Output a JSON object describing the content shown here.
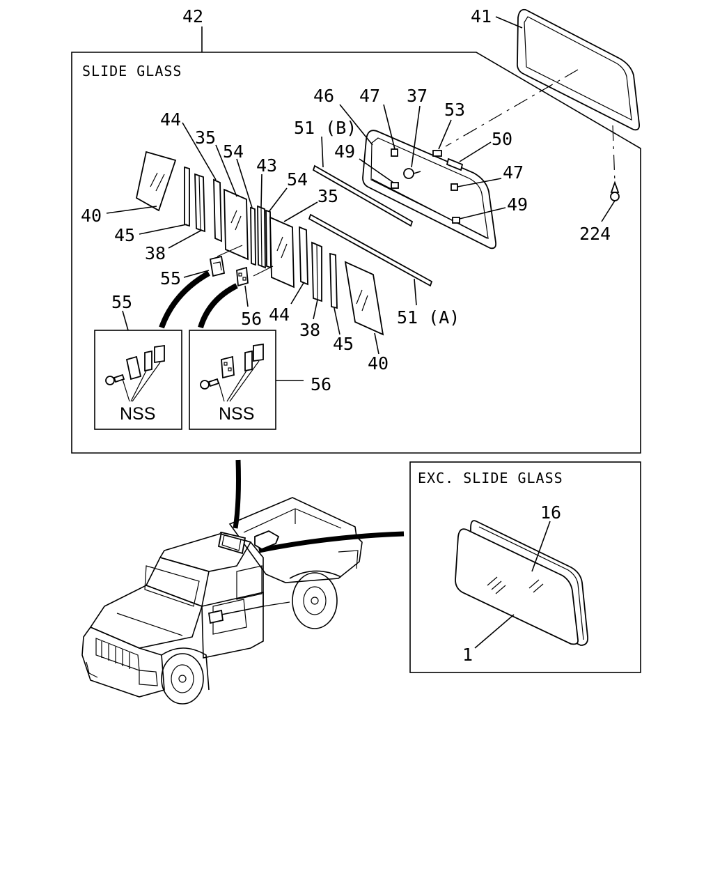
{
  "panels": {
    "slide_title": "SLIDE GLASS",
    "exc_title": "EXC. SLIDE GLASS"
  },
  "callouts": {
    "c42": "42",
    "c41": "41",
    "c46": "46",
    "c47a": "47",
    "c37": "37",
    "c53": "53",
    "c50": "50",
    "c47b": "47",
    "c49a": "49",
    "c49b": "49",
    "c224": "224",
    "c51b": "51 (B)",
    "c51a": "51 (A)",
    "c44a": "44",
    "c35a": "35",
    "c54a": "54",
    "c43": "43",
    "c54b": "54",
    "c35b": "35",
    "c40a": "40",
    "c45a": "45",
    "c38a": "38",
    "c55a": "55",
    "c56a": "56",
    "c44b": "44",
    "c38b": "38",
    "c45b": "45",
    "c40b": "40",
    "c55b": "55",
    "c56b": "56",
    "c16": "16",
    "c1": "1"
  },
  "nss_labels": {
    "left": "NSS",
    "right": "NSS"
  }
}
